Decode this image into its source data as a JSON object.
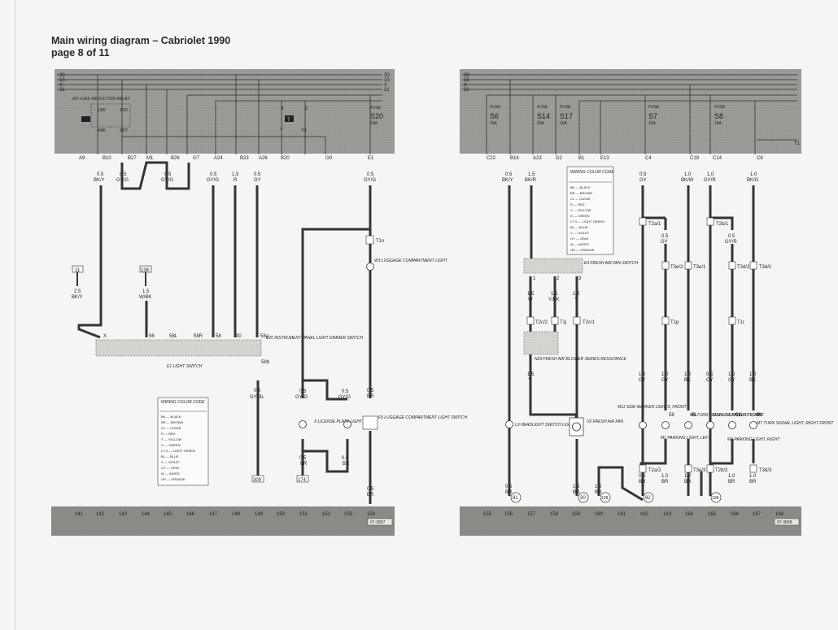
{
  "header": {
    "title": "Main wiring diagram – Cabriolet 1990",
    "subtitle": "page 8 of 11"
  },
  "colors": {
    "relay_panel": "#9c9c98",
    "ground_bar": "#8c8c88",
    "wire": "#353535",
    "paper": "#f5f5f3"
  },
  "left_diagram": {
    "bus_labels": [
      "30",
      "15",
      "X",
      "31"
    ],
    "relay_label": "J59 LOAD REDUCTION RELAY",
    "relay_terminals": [
      "1/85",
      "2/30",
      "4/86",
      "3/87"
    ],
    "box_7_label": "7",
    "terminal_labels": [
      "4",
      "2",
      "Y",
      "Y1"
    ],
    "fuse_label": "FUSE",
    "fuse_id": "S20",
    "fuse_rating": "10A",
    "connectors": [
      "A9",
      "B10",
      "B27",
      "M1",
      "B26",
      "G7",
      "A24",
      "B23",
      "A26",
      "B20",
      "G9",
      "E1"
    ],
    "wire_top_sizes": [
      "0.5",
      "0.5",
      "0.5",
      "0.5",
      "1.5",
      "0.5",
      "0.5"
    ],
    "wire_top_colors": [
      "BK/Y",
      "GY/G",
      "GY/G",
      "GY/G",
      "R",
      "GY",
      "GY/G"
    ],
    "ref_11": "11",
    "ref_138": "138",
    "wire_mid_sizes": [
      "2.5",
      "1.5"
    ],
    "wire_mid_colors": [
      "BK/Y",
      "W/BK"
    ],
    "switch_terminals": [
      "X",
      "56",
      "58L",
      "58R",
      "58",
      "30",
      "58a",
      "58b"
    ],
    "e20_label": "E20 INSTRUMENT PANEL LIGHT DIMMER SWITCH",
    "e1_label": "E1 LIGHT SWITCH",
    "t1n_label": "T1n",
    "w3_label": "W3 LUGGAGE COMPARTMENT LIGHT",
    "gybl_size": "0.5",
    "gybl_color": "GY/BL",
    "x_wire_size": "0.5",
    "x_wire_color": "GY/G",
    "x_label": "X LICENSE PLATE LIGHT",
    "f5_label": "F5 LUGGAGE COMPARTMENT LIGHT SWITCH",
    "br_size": "0.5",
    "br_color": "BR",
    "ref_309": "309",
    "ref_174": "174",
    "ground_numbers": [
      "141",
      "142",
      "143",
      "144",
      "145",
      "146",
      "147",
      "148",
      "149",
      "150",
      "151",
      "152",
      "153",
      "154"
    ],
    "sheet_code": "97-3807"
  },
  "right_diagram": {
    "bus_labels": [
      "30",
      "15",
      "X",
      "31"
    ],
    "fuses": [
      {
        "label": "FUSE",
        "id": "S6",
        "rating": "15A"
      },
      {
        "label": "FUSE",
        "id": "S14",
        "rating": "20A"
      },
      {
        "label": "FUSE",
        "id": "S17",
        "rating": "10A"
      },
      {
        "label": "FUSE",
        "id": "S7",
        "rating": "10A"
      },
      {
        "label": "FUSE",
        "id": "S8",
        "rating": "10A"
      }
    ],
    "connectors": [
      "C22",
      "B16",
      "A23",
      "D2",
      "B1",
      "E13",
      "C4",
      "C19",
      "C14",
      "C8"
    ],
    "t1_label": "T1",
    "wire_top_sizes": [
      "0.5",
      "1.5",
      "0.5",
      "1.0",
      "1.0",
      "1.0"
    ],
    "wire_top_colors": [
      "BK/Y",
      "BK/R",
      "GY",
      "BK/W",
      "GY/R",
      "BK/G"
    ],
    "t2a1": "T2a/1",
    "t2b1": "T2b/1",
    "gy_05": "0.5",
    "gy_color": "GY",
    "gyr_05": "0.5",
    "gyr_color": "GY/R",
    "t3e2": "T3e/2",
    "t3e1": "T3e/1",
    "t3d2": "T3d/2",
    "t3d1": "T3d/1",
    "e9_label": "E9 FRESH AIR FAN SWITCH",
    "e9_terminals": [
      "1",
      "2",
      "3"
    ],
    "fan_sizes": [
      "1.5",
      "1.5",
      "1.5"
    ],
    "fan_colors": [
      "W",
      "Y/BK",
      "Y"
    ],
    "t2c2": "T2c/2",
    "t1j": "T1j",
    "t2c1": "T2c/1",
    "t1p": "T1p",
    "t1r": "T1r",
    "n23_label": "N23 FRESH AIR BLOWER SERIES RESISTANCE",
    "n23_size": "1.5",
    "n23_color": "Y",
    "lower_sizes": [
      "1.0",
      "1.0",
      "1.0",
      "0.5",
      "1.0",
      "1.0"
    ],
    "lower_colors": [
      "GY",
      "GY",
      "BK",
      "GY",
      "GY",
      "BK"
    ],
    "term_58": "58",
    "term_bl": "BL",
    "m11_left_label": "M11 SIDE MARKER LIGHTS, FRONT",
    "m1_label": "M1 PARKING LIGHT, LEFT",
    "m6_label": "M6 TURN SIGNAL LIGHT, LEFT FRONT",
    "m11_right_label": "M11 SIDE MRKR LTS, FRT",
    "m3_label": "M3 PARKING LIGHT, RIGHT",
    "m7_label": "M7 TURN SIGNAL LIGHT, RIGHT FRONT",
    "l9_label": "L9 HEADLIGHT SWITCH LIGHT",
    "v2_label": "V2 FRESH AIR FAN",
    "t2a2": "T2a/2",
    "t3e3": "T3e/3",
    "t2b2": "T2b/2",
    "t3d3": "T3d/3",
    "bottom_sizes": [
      "0.5",
      "1.5",
      "1.5",
      "0.5",
      "1.0",
      "1.0",
      "1.0",
      "1.0"
    ],
    "bottom_colors": [
      "BR",
      "BR",
      "BR",
      "BR",
      "BR",
      "BR",
      "BR",
      "BR"
    ],
    "circle_refs": [
      "81",
      "30",
      "108",
      "82",
      "108"
    ],
    "ground_numbers": [
      "155",
      "156",
      "157",
      "158",
      "159",
      "160",
      "161",
      "162",
      "163",
      "164",
      "165",
      "166",
      "167",
      "168"
    ],
    "sheet_code": "97-3808"
  },
  "color_code_legend": {
    "title": "WIRING COLOR CODE",
    "entries": [
      "BK — BLACK",
      "BR — BROWN",
      "CL — CLEAR",
      "R — RED",
      "Y — YELLOW",
      "G — GREEN",
      "LT G — LIGHT GREEN",
      "BL — BLUE",
      "V — VIOLET",
      "GY — GRAY",
      "W — WHITE",
      "OR — ORANGE"
    ]
  }
}
